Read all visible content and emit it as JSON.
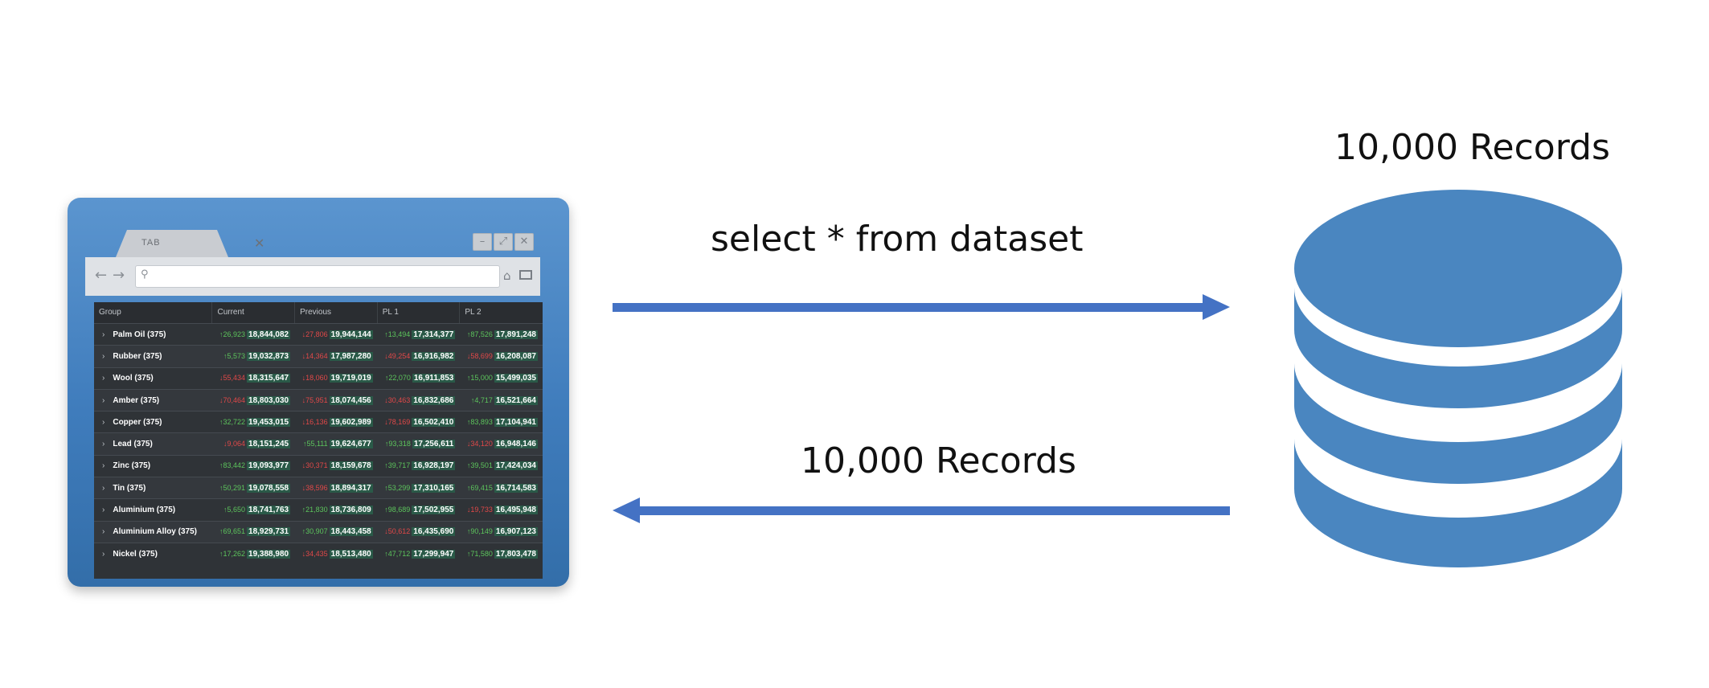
{
  "browser": {
    "tab_label": "TAB",
    "tab_close_glyph": "✕",
    "window_buttons": {
      "minimize": "–",
      "maximize": "⤢",
      "close": "✕"
    },
    "nav": {
      "back": "←",
      "forward": "→",
      "search_glyph": "⚲"
    },
    "grid": {
      "columns": [
        "Group",
        "Current",
        "Previous",
        "PL 1",
        "PL 2"
      ],
      "rows": [
        {
          "group": "Palm Oil (375)",
          "cells": [
            {
              "d": "26,923",
              "dir": "up",
              "v": "18,844,082"
            },
            {
              "d": "27,806",
              "dir": "down",
              "v": "19,944,144"
            },
            {
              "d": "13,494",
              "dir": "up",
              "v": "17,314,377"
            },
            {
              "d": "87,526",
              "dir": "up",
              "v": "17,891,248"
            }
          ]
        },
        {
          "group": "Rubber (375)",
          "cells": [
            {
              "d": "5,573",
              "dir": "up",
              "v": "19,032,873"
            },
            {
              "d": "14,364",
              "dir": "down",
              "v": "17,987,280"
            },
            {
              "d": "49,254",
              "dir": "down",
              "v": "16,916,982"
            },
            {
              "d": "58,699",
              "dir": "down",
              "v": "16,208,087"
            }
          ]
        },
        {
          "group": "Wool (375)",
          "cells": [
            {
              "d": "55,434",
              "dir": "down",
              "v": "18,315,647"
            },
            {
              "d": "18,060",
              "dir": "down",
              "v": "19,719,019"
            },
            {
              "d": "22,070",
              "dir": "up",
              "v": "16,911,853"
            },
            {
              "d": "15,000",
              "dir": "up",
              "v": "15,499,035"
            }
          ]
        },
        {
          "group": "Amber (375)",
          "cells": [
            {
              "d": "70,464",
              "dir": "down",
              "v": "18,803,030"
            },
            {
              "d": "75,951",
              "dir": "down",
              "v": "18,074,456"
            },
            {
              "d": "30,463",
              "dir": "down",
              "v": "16,832,686"
            },
            {
              "d": "4,717",
              "dir": "up",
              "v": "16,521,664"
            }
          ]
        },
        {
          "group": "Copper (375)",
          "cells": [
            {
              "d": "32,722",
              "dir": "up",
              "v": "19,453,015"
            },
            {
              "d": "16,136",
              "dir": "down",
              "v": "19,602,989"
            },
            {
              "d": "78,169",
              "dir": "down",
              "v": "16,502,410"
            },
            {
              "d": "83,893",
              "dir": "up",
              "v": "17,104,941"
            }
          ]
        },
        {
          "group": "Lead (375)",
          "cells": [
            {
              "d": "9,064",
              "dir": "down",
              "v": "18,151,245"
            },
            {
              "d": "55,111",
              "dir": "up",
              "v": "19,624,677"
            },
            {
              "d": "93,318",
              "dir": "up",
              "v": "17,256,611"
            },
            {
              "d": "34,120",
              "dir": "down",
              "v": "16,948,146"
            }
          ]
        },
        {
          "group": "Zinc (375)",
          "cells": [
            {
              "d": "83,442",
              "dir": "up",
              "v": "19,093,977"
            },
            {
              "d": "30,371",
              "dir": "down",
              "v": "18,159,678"
            },
            {
              "d": "39,717",
              "dir": "up",
              "v": "16,928,197"
            },
            {
              "d": "39,501",
              "dir": "up",
              "v": "17,424,034"
            }
          ]
        },
        {
          "group": "Tin (375)",
          "cells": [
            {
              "d": "50,291",
              "dir": "up",
              "v": "19,078,558"
            },
            {
              "d": "38,596",
              "dir": "down",
              "v": "18,894,317"
            },
            {
              "d": "53,299",
              "dir": "up",
              "v": "17,310,165"
            },
            {
              "d": "69,415",
              "dir": "up",
              "v": "16,714,583"
            }
          ]
        },
        {
          "group": "Aluminium (375)",
          "cells": [
            {
              "d": "5,650",
              "dir": "up",
              "v": "18,741,763"
            },
            {
              "d": "21,830",
              "dir": "up",
              "v": "18,736,809"
            },
            {
              "d": "98,689",
              "dir": "up",
              "v": "17,502,955"
            },
            {
              "d": "19,733",
              "dir": "down",
              "v": "16,495,948"
            }
          ]
        },
        {
          "group": "Aluminium Alloy (375)",
          "cells": [
            {
              "d": "69,651",
              "dir": "up",
              "v": "18,929,731"
            },
            {
              "d": "30,907",
              "dir": "up",
              "v": "18,443,458"
            },
            {
              "d": "50,612",
              "dir": "down",
              "v": "16,435,690"
            },
            {
              "d": "90,149",
              "dir": "up",
              "v": "16,907,123"
            }
          ]
        },
        {
          "group": "Nickel (375)",
          "cells": [
            {
              "d": "17,262",
              "dir": "up",
              "v": "19,388,980"
            },
            {
              "d": "34,435",
              "dir": "down",
              "v": "18,513,480"
            },
            {
              "d": "47,712",
              "dir": "up",
              "v": "17,299,947"
            },
            {
              "d": "71,580",
              "dir": "up",
              "v": "17,803,478"
            }
          ]
        }
      ]
    }
  },
  "diagram": {
    "query_label": "select * from dataset",
    "response_label": "10,000 Records",
    "database_label": "10,000 Records",
    "arrow_color": "#4472c4",
    "database_color": "#4a86c0"
  },
  "icons": {
    "request_arrow": "arrow-right-icon",
    "response_arrow": "arrow-left-icon",
    "database": "database-icon"
  }
}
